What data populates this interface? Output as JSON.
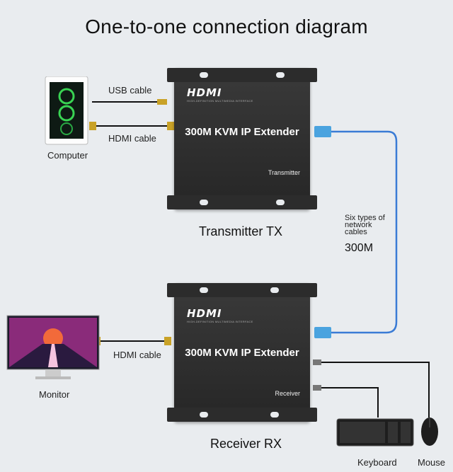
{
  "title": "One-to-one connection diagram",
  "transmitter": {
    "logo": "HDMI",
    "logo_sub": "HIGH-DEFINITION MULTIMEDIA INTERFACE",
    "name": "300M KVM IP Extender",
    "role": "Transmitter",
    "caption": "Transmitter TX"
  },
  "receiver": {
    "logo": "HDMI",
    "logo_sub": "HIGH-DEFINITION MULTIMEDIA INTERFACE",
    "name": "300M KVM IP Extender",
    "role": "Receiver",
    "caption": "Receiver RX"
  },
  "cables": {
    "usb": "USB cable",
    "hdmi_tx": "HDMI cable",
    "hdmi_rx": "HDMI cable",
    "network_line1": "Six types of",
    "network_line2": "network",
    "network_line3": "cables",
    "distance": "300M"
  },
  "devices": {
    "computer": "Computer",
    "monitor": "Monitor",
    "keyboard": "Keyboard",
    "mouse": "Mouse"
  },
  "colors": {
    "network_cable": "#3a7bd5",
    "box": "#2b2b2b",
    "background": "#e9ecef"
  }
}
